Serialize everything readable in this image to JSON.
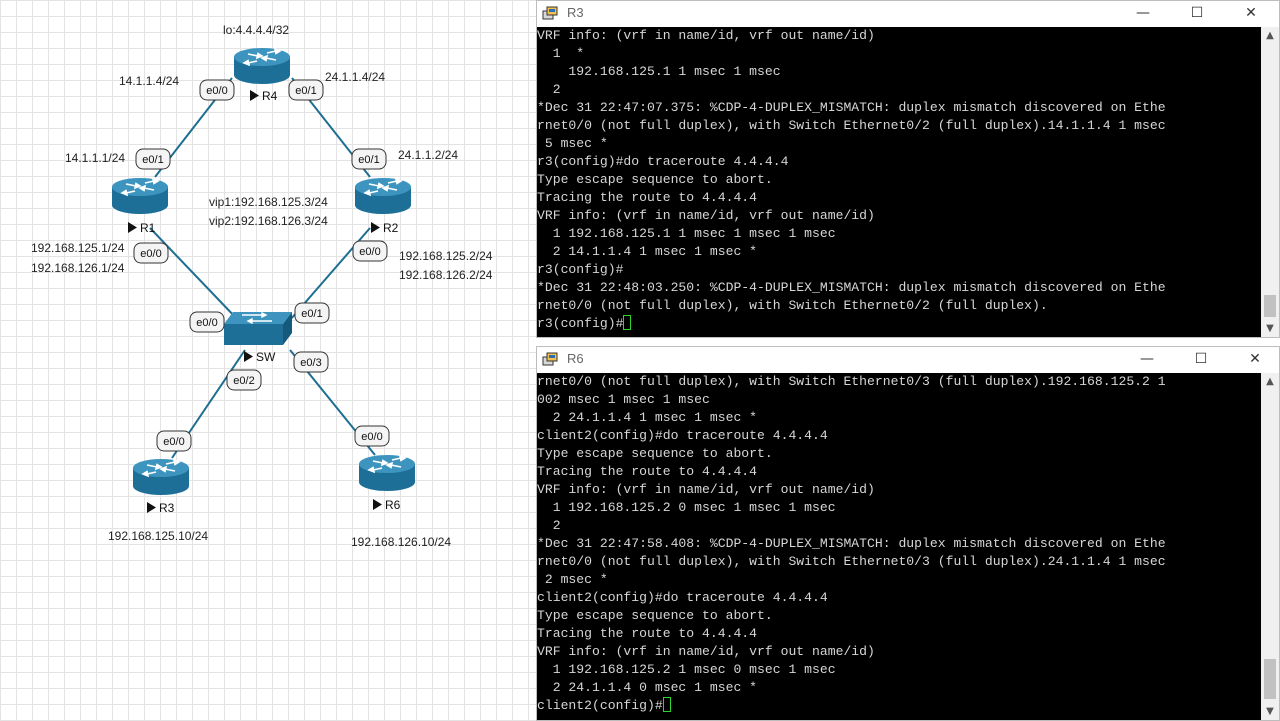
{
  "topology": {
    "nodes": {
      "r4": {
        "name": "R4",
        "loopback": "lo:4.4.4.4/32"
      },
      "r1": {
        "name": "R1"
      },
      "r2": {
        "name": "R2"
      },
      "sw": {
        "name": "SW"
      },
      "r3": {
        "name": "R3",
        "ip": "192.168.125.10/24"
      },
      "r6": {
        "name": "R6",
        "ip": "192.168.126.10/24"
      }
    },
    "labels": {
      "r4_left": "14.1.1.4/24",
      "r4_right": "24.1.1.4/24",
      "r1_top": "14.1.1.1/24",
      "r2_top": "24.1.1.2/24",
      "vip1": "vip1:192.168.125.3/24",
      "vip2": "vip2:192.168.126.3/24",
      "r1_ip1": "192.168.125.1/24",
      "r1_ip2": "192.168.126.1/24",
      "r2_ip1": "192.168.125.2/24",
      "r2_ip2": "192.168.126.2/24"
    },
    "interfaces": {
      "r4_e00": "e0/0",
      "r4_e01": "e0/1",
      "r1_e01": "e0/1",
      "r2_e01": "e0/1",
      "r1_e00": "e0/0",
      "r2_e00": "e0/0",
      "sw_e00": "e0/0",
      "sw_e01": "e0/1",
      "sw_e02": "e0/2",
      "sw_e03": "e0/3",
      "r3_e00": "e0/0",
      "r6_e00": "e0/0"
    }
  },
  "windows": [
    {
      "title": "R3",
      "lines": [
        "VRF info: (vrf in name/id, vrf out name/id)",
        "  1  *",
        "    192.168.125.1 1 msec 1 msec",
        "  2",
        "*Dec 31 22:47:07.375: %CDP-4-DUPLEX_MISMATCH: duplex mismatch discovered on Ethe",
        "rnet0/0 (not full duplex), with Switch Ethernet0/2 (full duplex).14.1.1.4 1 msec",
        " 5 msec *",
        "r3(config)#do traceroute 4.4.4.4",
        "Type escape sequence to abort.",
        "Tracing the route to 4.4.4.4",
        "VRF info: (vrf in name/id, vrf out name/id)",
        "  1 192.168.125.1 1 msec 1 msec 1 msec",
        "  2 14.1.1.4 1 msec 1 msec *",
        "r3(config)#",
        "*Dec 31 22:48:03.250: %CDP-4-DUPLEX_MISMATCH: duplex mismatch discovered on Ethe",
        "rnet0/0 (not full duplex), with Switch Ethernet0/2 (full duplex).",
        "r3(config)#"
      ]
    },
    {
      "title": "R6",
      "lines": [
        "rnet0/0 (not full duplex), with Switch Ethernet0/3 (full duplex).192.168.125.2 1",
        "002 msec 1 msec 1 msec",
        "  2 24.1.1.4 1 msec 1 msec *",
        "client2(config)#do traceroute 4.4.4.4",
        "Type escape sequence to abort.",
        "Tracing the route to 4.4.4.4",
        "VRF info: (vrf in name/id, vrf out name/id)",
        "  1 192.168.125.2 0 msec 1 msec 1 msec",
        "  2",
        "*Dec 31 22:47:58.408: %CDP-4-DUPLEX_MISMATCH: duplex mismatch discovered on Ethe",
        "rnet0/0 (not full duplex), with Switch Ethernet0/3 (full duplex).24.1.1.4 1 msec",
        " 2 msec *",
        "client2(config)#do traceroute 4.4.4.4",
        "Type escape sequence to abort.",
        "Tracing the route to 4.4.4.4",
        "VRF info: (vrf in name/id, vrf out name/id)",
        "  1 192.168.125.2 1 msec 0 msec 1 msec",
        "  2 24.1.1.4 0 msec 1 msec *",
        "client2(config)#"
      ]
    }
  ],
  "window_controls": {
    "minimize": "—",
    "maximize": "☐",
    "close": "✕"
  },
  "colors": {
    "link": "#1e6e92",
    "router_top": "#3d95bf",
    "router_body": "#1d6f98",
    "cursor": "#2fd42f"
  }
}
